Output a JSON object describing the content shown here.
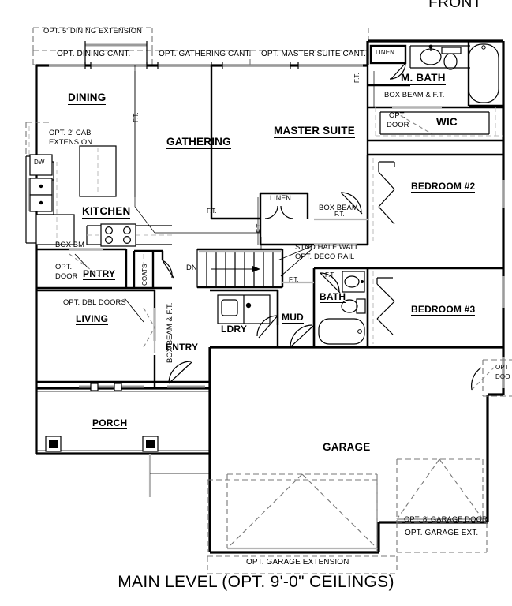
{
  "sheet": {
    "front_label": "FRONT",
    "title": "MAIN LEVEL (OPT. 9'-0\" CEILINGS)"
  },
  "rooms": [
    {
      "key": "dining",
      "label": "DINING"
    },
    {
      "key": "gathering",
      "label": "GATHERING"
    },
    {
      "key": "kitchen",
      "label": "KITCHEN"
    },
    {
      "key": "master_suite",
      "label": "MASTER SUITE"
    },
    {
      "key": "m_bath",
      "label": "M. BATH"
    },
    {
      "key": "wic",
      "label": "WIC"
    },
    {
      "key": "bedroom2",
      "label": "BEDROOM #2"
    },
    {
      "key": "bedroom3",
      "label": "BEDROOM #3"
    },
    {
      "key": "bath",
      "label": "BATH"
    },
    {
      "key": "pntry",
      "label": "PNTRY"
    },
    {
      "key": "living",
      "label": "LIVING"
    },
    {
      "key": "entry",
      "label": "ENTRY"
    },
    {
      "key": "ldry",
      "label": "LDRY"
    },
    {
      "key": "mud",
      "label": "MUD"
    },
    {
      "key": "porch",
      "label": "PORCH"
    },
    {
      "key": "garage",
      "label": "GARAGE"
    }
  ],
  "small_labels": {
    "linen_top": "LINEN",
    "linen_mid": "LINEN",
    "coats": "COATS",
    "dw": "DW"
  },
  "options": {
    "dining_extension": "OPT. 5' DINING EXTENSION",
    "dining_cant": "OPT. DINING CANT.",
    "gathering_cant": "OPT. GATHERING CANT.",
    "master_suite_cant": "OPT. MASTER SUITE CANT.",
    "cab_extension_l1": "OPT. 2' CAB",
    "cab_extension_l2": "EXTENSION",
    "opt_door_pntry_l1": "OPT.",
    "opt_door_pntry_l2": "DOOR",
    "opt_door_wic_l1": "OPT.",
    "opt_door_wic_l2": "DOOR",
    "opt_door_right_l1": "OPT",
    "opt_door_right_l2": "DOO",
    "opt_dbl_doors": "OPT. DBL DOORS",
    "garage_extension": "OPT. GARAGE EXTENSION",
    "garage_ext": "OPT. GARAGE EXT.",
    "garage_door_8": "OPT. 8' GARAGE DOOR"
  },
  "structural": {
    "box_beam_ft_mbath": "BOX BEAM & F.T.",
    "box_beam": "BOX BEAM",
    "box_bm": "BOX BM",
    "box_beam_ft_entry": "BOX BEAM & F.T.",
    "half_wall_l1": "STND HALF WALL",
    "half_wall_l2": "OPT. DECO RAIL",
    "stair_dn": "DN",
    "ft": "F.T."
  },
  "chart_data": {
    "type": "table",
    "title": "MAIN LEVEL (OPT. 9'-0\" CEILINGS)",
    "note": "Residential main-level architectural floor plan; rooms and optional-feature callouts."
  }
}
